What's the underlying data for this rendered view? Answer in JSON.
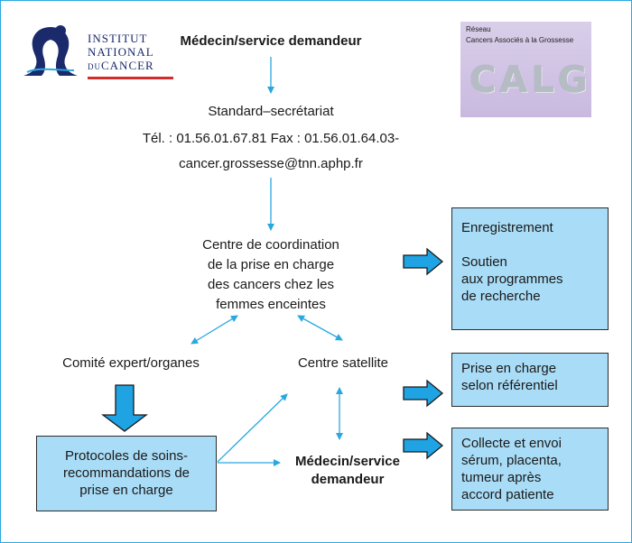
{
  "header": {
    "requester_title": "Médecin/service demandeur"
  },
  "logos": {
    "inca": {
      "line1": "INSTITUT",
      "line2": "NATIONAL",
      "line3_prefix": "DU",
      "line3_main": "CANCER"
    },
    "calg": {
      "line1": "Réseau",
      "line2": "Cancers Associés à la Grossesse",
      "mark": "CALG"
    }
  },
  "switchboard": {
    "title": "Standard–secrétariat",
    "phones": "Tél. : 01.56.01.67.81 Fax : 01.56.01.64.03-",
    "email": "cancer.grossesse@tnn.aphp.fr"
  },
  "coordination": {
    "lines": [
      "Centre de coordination",
      "de la prise en charge",
      "des cancers chez les",
      "femmes enceintes"
    ]
  },
  "committee": "Comité expert/organes",
  "satellite": "Centre satellite",
  "protocols": {
    "lines": [
      "Protocoles de soins-",
      "recommandations de",
      "prise en charge"
    ]
  },
  "requester_bottom": {
    "lines": [
      "Médecin/service",
      "demandeur"
    ]
  },
  "right_boxes": {
    "registration": {
      "lines": [
        "Enregistrement",
        "",
        "Soutien",
        "aux programmes",
        "de recherche"
      ]
    },
    "care": {
      "lines": [
        "Prise en charge",
        "selon référentiel"
      ]
    },
    "collection": {
      "lines": [
        "Collecte et envoi",
        "sérum, placenta,",
        "tumeur après",
        "accord patiente"
      ]
    }
  },
  "colors": {
    "arrow": "#29a8e0",
    "box_fill": "#a9dcf6",
    "block_arrow": "#1fa3e3",
    "logo_blue": "#1b2a6b",
    "logo_red": "#d42b2b"
  }
}
